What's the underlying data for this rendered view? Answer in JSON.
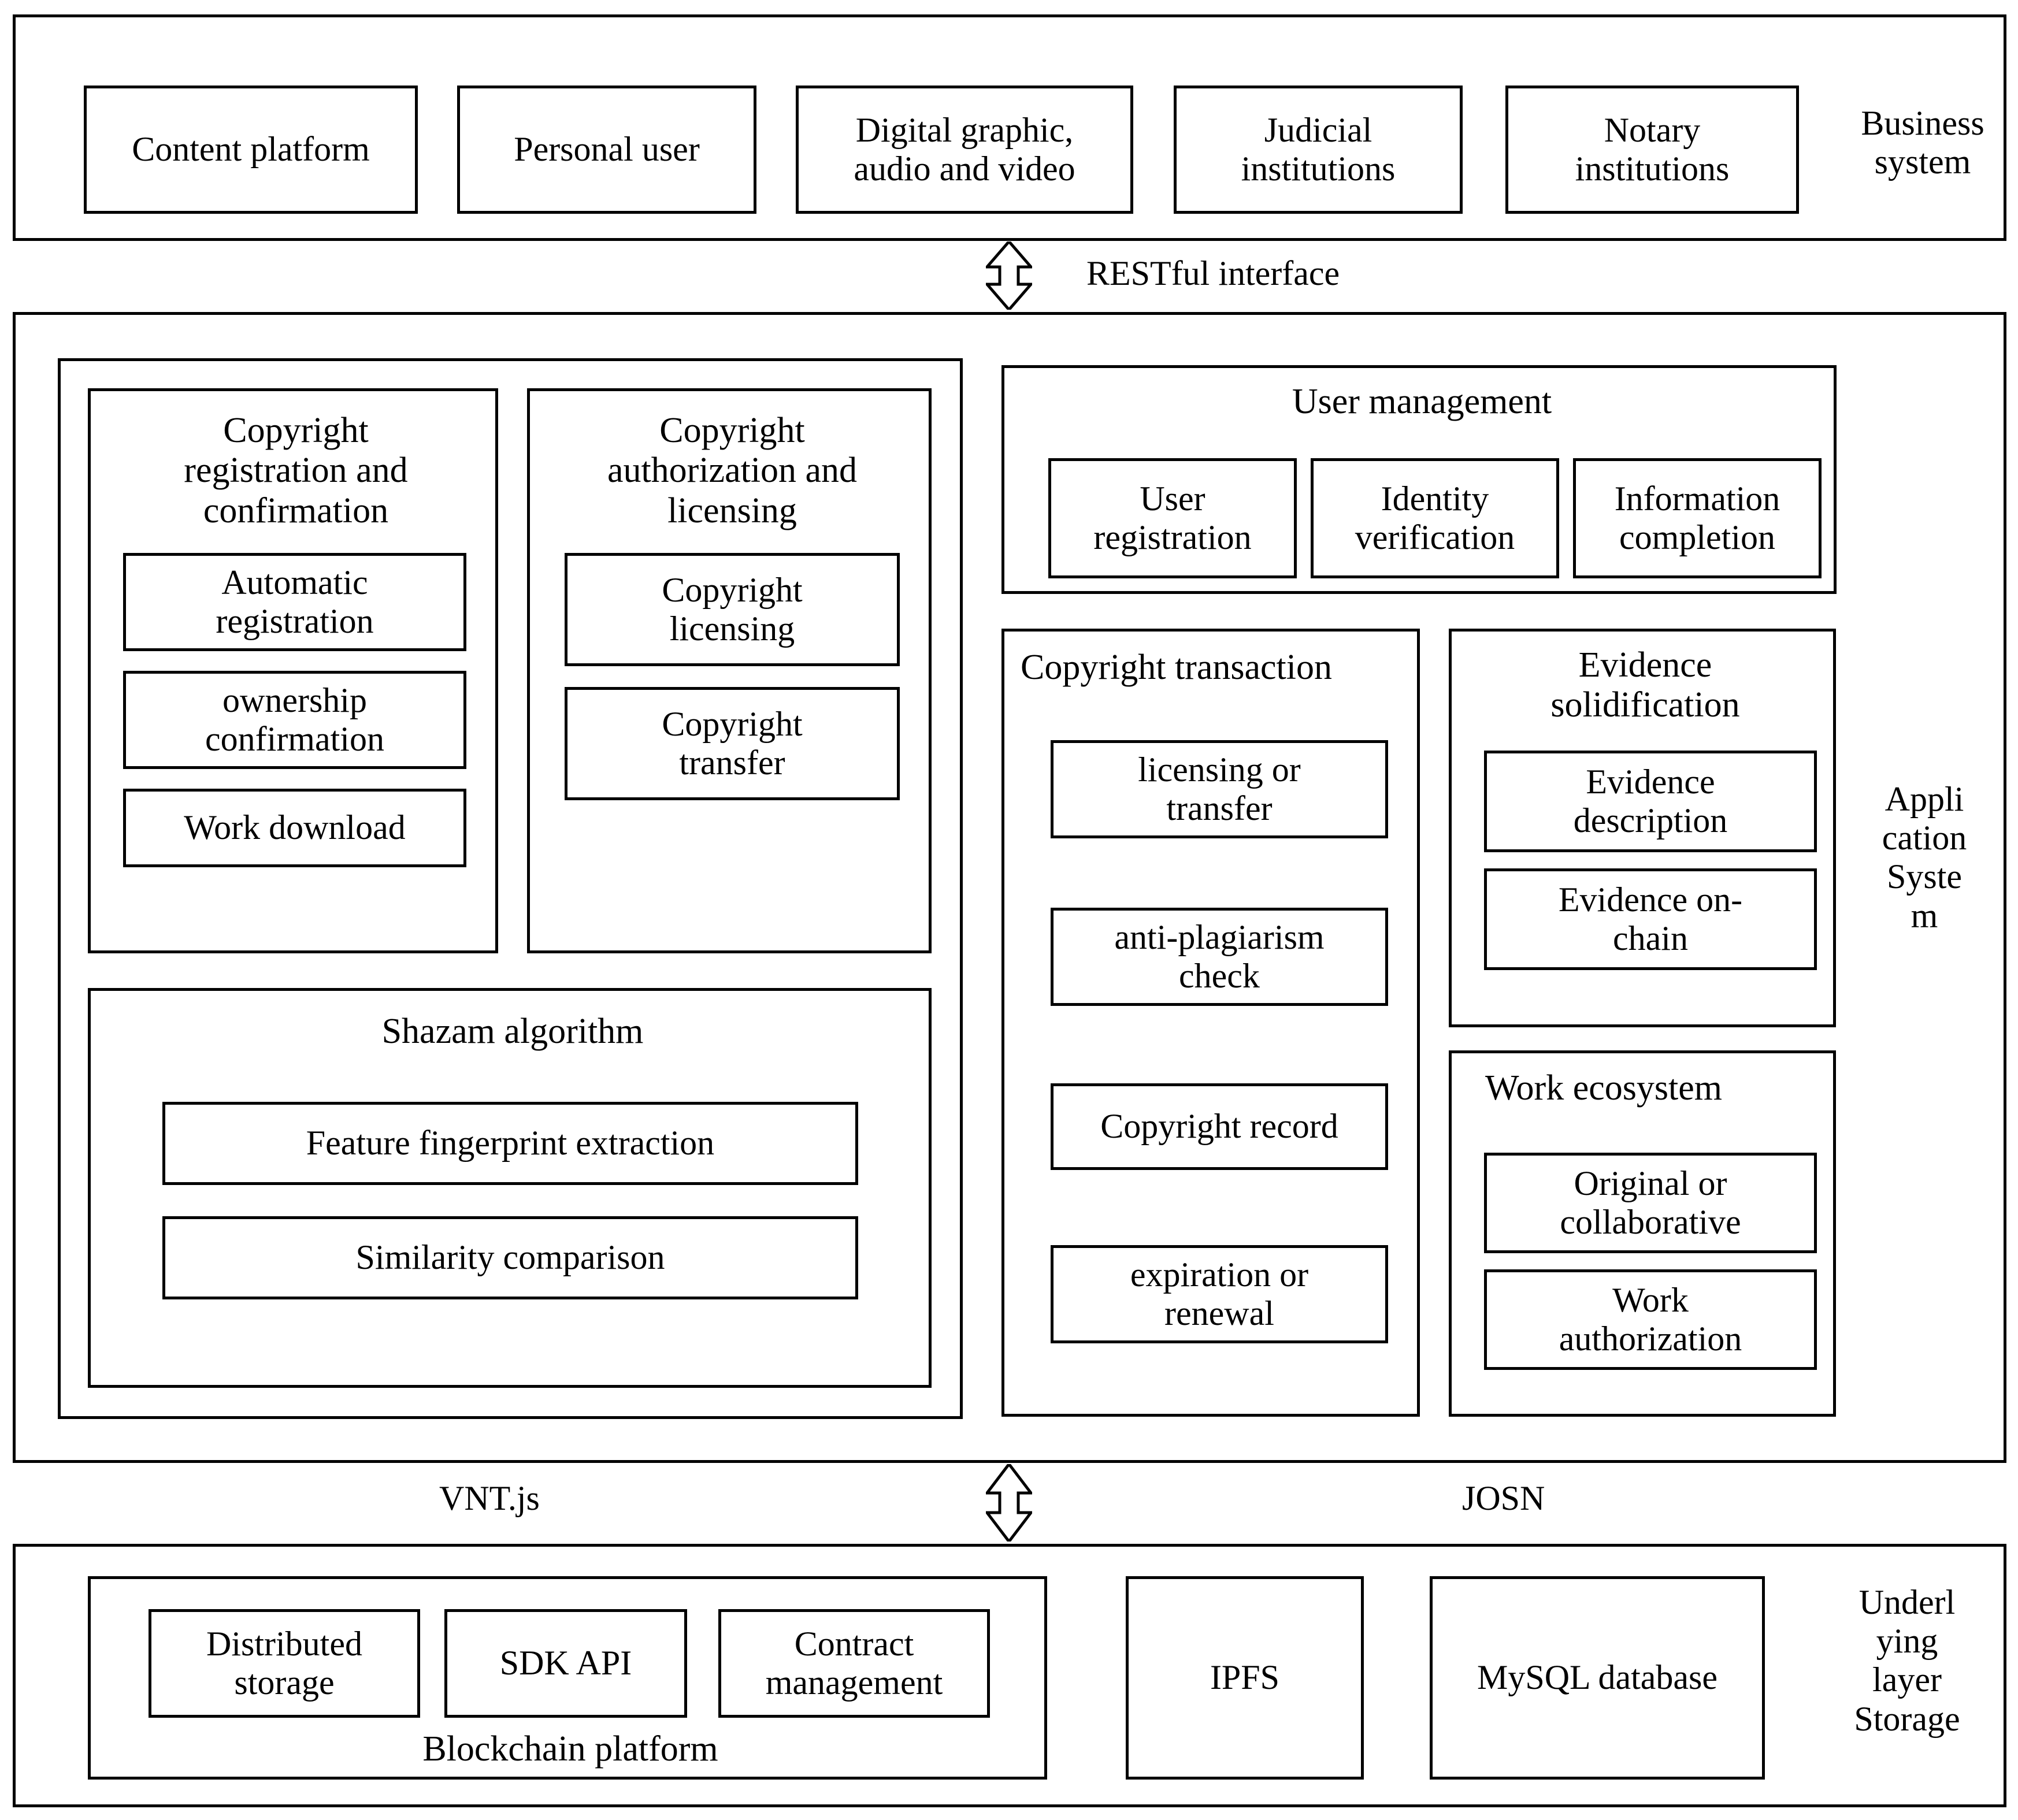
{
  "business_layer": {
    "side_label": "Business\nsystem",
    "boxes": [
      {
        "label": "Content platform"
      },
      {
        "label": "Personal user"
      },
      {
        "label": "Digital graphic,\naudio and video"
      },
      {
        "label": "Judicial\ninstitutions"
      },
      {
        "label": "Notary\ninstitutions"
      }
    ]
  },
  "connector_top": {
    "icon": "double-headed-vertical-arrow",
    "label": "RESTful interface"
  },
  "application_layer": {
    "side_label": "Appli\ncation\nSyste\nm",
    "copyright_registration": {
      "title": "Copyright\nregistration and\nconfirmation",
      "items": [
        {
          "label": "Automatic\nregistration"
        },
        {
          "label": "ownership\nconfirmation"
        },
        {
          "label": "Work download"
        }
      ]
    },
    "copyright_authorization": {
      "title": "Copyright\nauthorization and\nlicensing",
      "items": [
        {
          "label": "Copyright\nlicensing"
        },
        {
          "label": "Copyright\ntransfer"
        }
      ]
    },
    "shazam_algorithm": {
      "title": "Shazam algorithm",
      "items": [
        {
          "label": "Feature fingerprint extraction"
        },
        {
          "label": "Similarity comparison"
        }
      ]
    },
    "user_management": {
      "title": "User management",
      "items": [
        {
          "label": "User\nregistration"
        },
        {
          "label": "Identity\nverification"
        },
        {
          "label": "Information\ncompletion"
        }
      ]
    },
    "copyright_transaction": {
      "title": "Copyright transaction",
      "items": [
        {
          "label": "licensing or\ntransfer"
        },
        {
          "label": "anti-plagiarism\ncheck"
        },
        {
          "label": "Copyright record"
        },
        {
          "label": "expiration or\nrenewal"
        }
      ]
    },
    "evidence_solidification": {
      "title": "Evidence\nsolidification",
      "items": [
        {
          "label": "Evidence\ndescription"
        },
        {
          "label": "Evidence on-\nchain"
        }
      ]
    },
    "work_ecosystem": {
      "title": "Work ecosystem",
      "items": [
        {
          "label": "Original or\ncollaborative"
        },
        {
          "label": "Work\nauthorization"
        }
      ]
    }
  },
  "connector_bottom": {
    "icon": "double-headed-vertical-arrow",
    "left_label": "VNT.js",
    "right_label": "JOSN"
  },
  "storage_layer": {
    "side_label": "Underl\nying\nlayer\nStorage",
    "blockchain_platform": {
      "title": "Blockchain platform",
      "items": [
        {
          "label": "Distributed\nstorage"
        },
        {
          "label": "SDK API"
        },
        {
          "label": "Contract\nmanagement"
        }
      ]
    },
    "ipfs": {
      "label": "IPFS"
    },
    "mysql": {
      "label": "MySQL database"
    }
  },
  "colors": {
    "stroke": "#000000",
    "background": "#ffffff"
  }
}
